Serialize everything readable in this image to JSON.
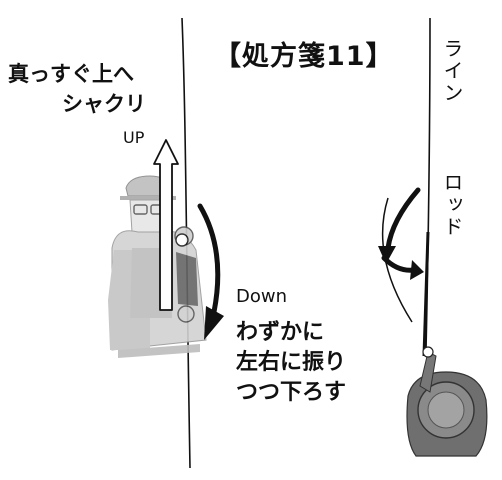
{
  "title": "【処方箋11】",
  "instruction_up": {
    "line1": "真っすぐ上へ",
    "line2": "シャクリ"
  },
  "arrow_up_label": "UP",
  "arrow_down_label": "Down",
  "instruction_down": {
    "line1": "わずかに",
    "line2": "左右に振り",
    "line3": "つつ下ろす"
  },
  "labels": {
    "line": "ライン",
    "rod": "ロッド"
  },
  "colors": {
    "ink": "#111111",
    "figure_fill": "#d9d9d9",
    "figure_dark": "#8a8a8a",
    "arrow_fill": "#ffffff"
  }
}
